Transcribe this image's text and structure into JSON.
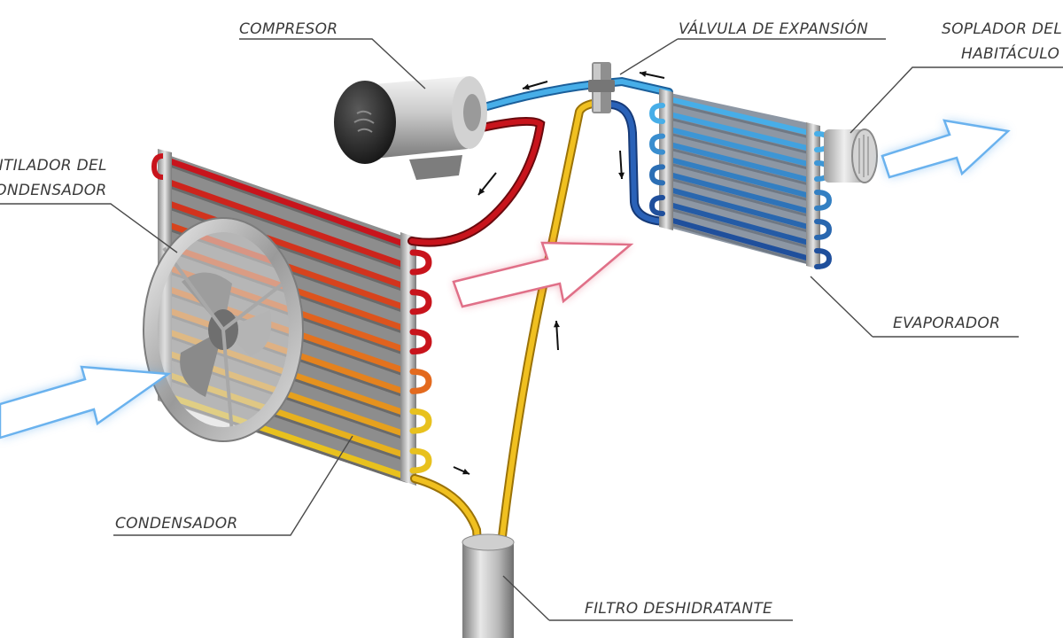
{
  "labels": {
    "compresor": "COMPRESOR",
    "valvula": "VÁLVULA DE EXPANSIÓN",
    "soplador_line1": "SOPLADOR DEL",
    "soplador_line2": "HABITÁCULO",
    "ventilador_line1": "VENTILADOR DEL",
    "ventilador_line2": "CONDENSADOR",
    "evaporador": "EVAPORADOR",
    "condensador": "CONDENSADOR",
    "filtro": "FILTRO DESHIDRATANTE"
  },
  "colors": {
    "hot_line": "#c8141c",
    "warm_line": "#e8a21c",
    "cold_line": "#2f8fd6",
    "cold_dark": "#1f4f9c",
    "liquid_line": "#f0c020",
    "hot_air": "#e04a64",
    "cold_air": "#5aa8ec"
  },
  "icons": {
    "flow_arrow": "arrow-icon",
    "air_flow": "air-flow-arrow"
  }
}
